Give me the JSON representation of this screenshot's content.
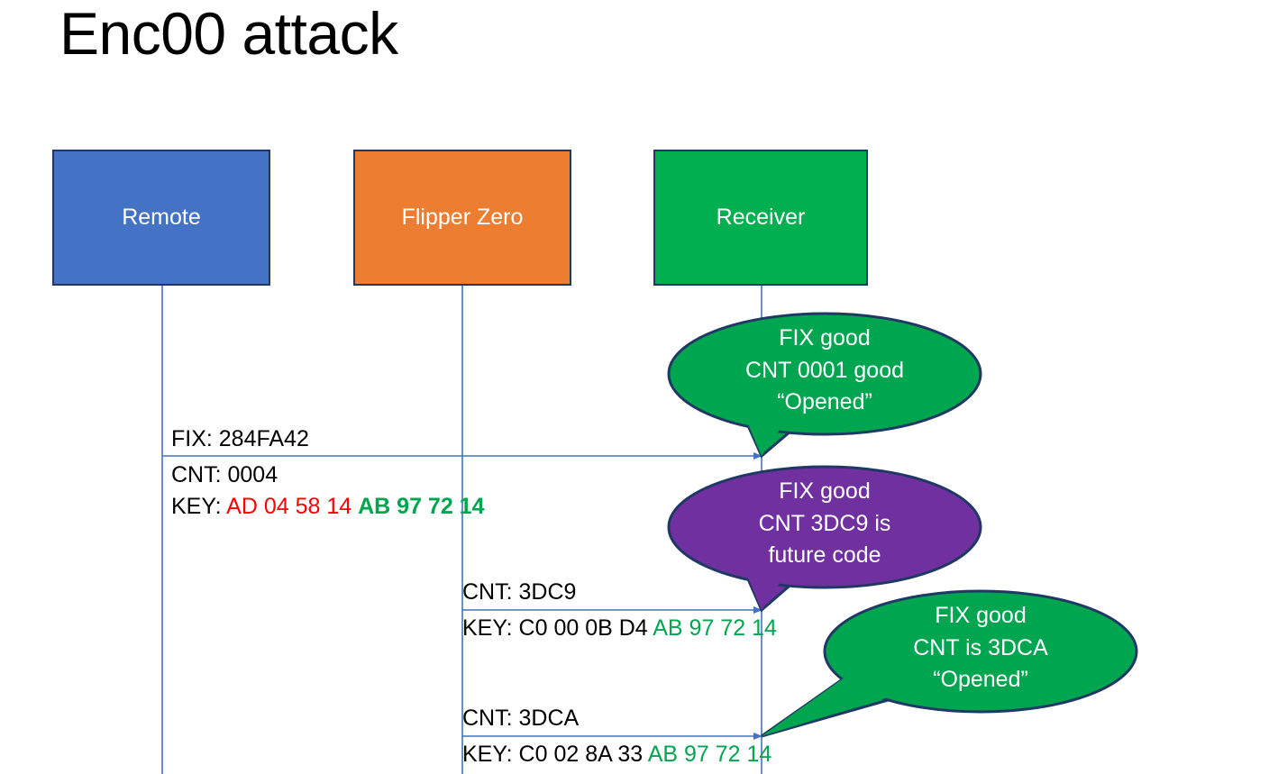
{
  "slide": {
    "title": "Enc00 attack",
    "background": "#FFFFFF"
  },
  "colors": {
    "remote_blue": "#4472C4",
    "flipper_orange": "#ED7D31",
    "receiver_green": "#00B050",
    "callout_green": "#00A550",
    "callout_purple": "#7030A0",
    "outline_dark": "#1F3864",
    "lifeline_blue": "#4472C4",
    "key_red": "#FF0000",
    "key_green": "#00A550"
  },
  "actors": [
    {
      "id": "remote",
      "label": "Remote",
      "fill": "#4472C4"
    },
    {
      "id": "flipper",
      "label": "Flipper Zero",
      "fill": "#ED7D31"
    },
    {
      "id": "receiver",
      "label": "Receiver",
      "fill": "#00B050"
    }
  ],
  "messages": [
    {
      "id": "msg-1",
      "from": "remote",
      "to": "receiver",
      "lines": [
        {
          "text": "FIX: 284FA42"
        }
      ]
    },
    {
      "id": "msg-1-detail",
      "lines": [
        {
          "text": "CNT: 0004"
        },
        {
          "prefix": "KEY: ",
          "part_red": "AD 04 58 14",
          "part_green": "AB 97 72 14"
        }
      ]
    },
    {
      "id": "msg-2",
      "from": "flipper",
      "to": "receiver",
      "lines": [
        {
          "text": "CNT: 3DC9"
        },
        {
          "prefix": "KEY: C0 00 0B D4 ",
          "part_green": "AB 97 72 14"
        }
      ]
    },
    {
      "id": "msg-3",
      "from": "flipper",
      "to": "receiver",
      "lines": [
        {
          "text": "CNT: 3DCA"
        },
        {
          "prefix": "KEY: C0 02 8A 33 ",
          "part_green": "AB 97 72 14"
        }
      ]
    }
  ],
  "callouts": [
    {
      "id": "callout-1",
      "fill": "#00A550",
      "lines": [
        "FIX good",
        "CNT 0001 good",
        "“Opened”"
      ]
    },
    {
      "id": "callout-2",
      "fill": "#7030A0",
      "lines": [
        "FIX good",
        "CNT 3DC9 is",
        "future code"
      ]
    },
    {
      "id": "callout-3",
      "fill": "#00A550",
      "lines": [
        "FIX good",
        "CNT is 3DCA",
        "“Opened”"
      ]
    }
  ],
  "labels": {
    "msg1_fix": "FIX: 284FA42",
    "msg1_cnt": "CNT: 0004",
    "msg1_key_prefix": "KEY: ",
    "msg1_key_red": "AD 04 58 14",
    "msg1_key_green": "AB 97 72 14",
    "msg2_cnt": "CNT: 3DC9",
    "msg2_key_prefix": "KEY: C0 00 0B D4 ",
    "msg2_key_green": "AB 97 72 14",
    "msg3_cnt": "CNT: 3DCA",
    "msg3_key_prefix": "KEY: C0 02 8A 33 ",
    "msg3_key_green": "AB 97 72 14"
  },
  "callout_text": {
    "c1_l1": "FIX good",
    "c1_l2": "CNT 0001 good",
    "c1_l3": "“Opened”",
    "c2_l1": "FIX good",
    "c2_l2": "CNT 3DC9 is",
    "c2_l3": "future code",
    "c3_l1": "FIX good",
    "c3_l2": "CNT is 3DCA",
    "c3_l3": "“Opened”"
  }
}
